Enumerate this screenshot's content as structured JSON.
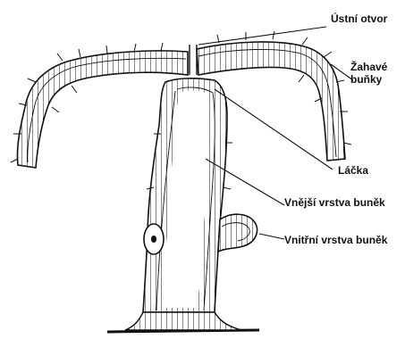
{
  "labels": {
    "mouth": "Ústní otvor",
    "stinging_cells_line1": "Žahavé",
    "stinging_cells_line2": "buňky",
    "tentacle": "Láčka",
    "outer_layer": "Vnější vrstva buněk",
    "inner_layer": "Vnitřní vrstva buněk"
  },
  "colors": {
    "ink": "#111111",
    "background": "#ffffff"
  }
}
